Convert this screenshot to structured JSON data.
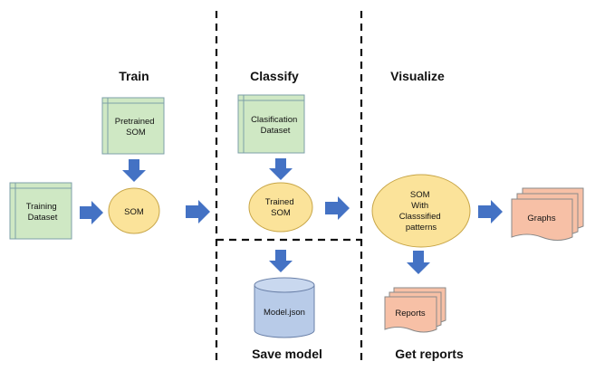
{
  "sections": {
    "train": "Train",
    "classify": "Classify",
    "visualize": "Visualize",
    "save_model": "Save model",
    "get_reports": "Get reports"
  },
  "nodes": {
    "training_dataset": [
      "Training",
      "Dataset"
    ],
    "pretrained_som": [
      "Pretrained",
      "SOM"
    ],
    "som": [
      "SOM"
    ],
    "classification_dataset": [
      "Clasification",
      "Dataset"
    ],
    "trained_som": [
      "Trained",
      "SOM"
    ],
    "som_classified": [
      "SOM",
      "With",
      "Classsified",
      "patterns"
    ],
    "graphs": [
      "Graphs"
    ],
    "reports": [
      "Reports"
    ],
    "model_json": [
      "Model.json"
    ]
  },
  "colors": {
    "dataset_fill": "#cfe8c4",
    "dataset_stroke": "#7c9fa8",
    "ellipse_fill": "#fbe39a",
    "ellipse_stroke": "#c8a648",
    "doc_fill": "#f7c0a6",
    "doc_stroke": "#8a8a8a",
    "db_fill": "#b8cbe8",
    "db_stroke": "#6a80a8",
    "arrow": "#4472c4",
    "divider": "#111111"
  }
}
